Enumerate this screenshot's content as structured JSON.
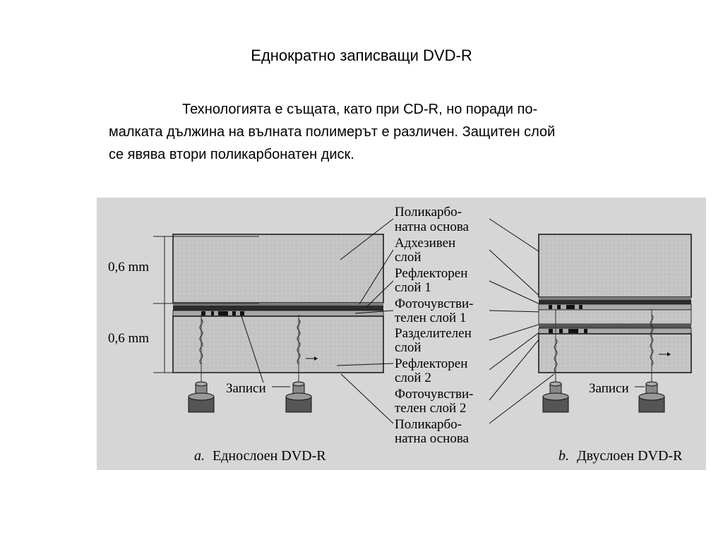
{
  "title": "Еднократно записващи DVD-R",
  "body_lines": [
    "Технологията е същата, като при CD-R, но поради по-",
    "малката дължина на вълната полимерът е различен. Защитен слой",
    "се явява втори поликарбонатен диск."
  ],
  "figure": {
    "dimension_top": "0,6 mm",
    "dimension_bottom": "0,6 mm",
    "labels": [
      "Поликарбо-",
      "натна основа",
      "Адхезивен",
      "слой",
      "Рефлекторен",
      "слой 1",
      "Фоточувстви-",
      "телен слой 1",
      "Разделителен",
      "слой",
      "Рефлекторен",
      "слой 2",
      "Фоточувстви-",
      "телен слой 2",
      "Поликарбо-",
      "натна основа"
    ],
    "records_label_a": "Записи",
    "records_label_b": "Записи",
    "caption_a_letter": "a.",
    "caption_a_text": "Еднослоен DVD-R",
    "caption_b_letter": "b.",
    "caption_b_text": "Двуслоен DVD-R"
  },
  "colors": {
    "scan_background": "#d6d6d6",
    "disc_fill": "#c4c4c4",
    "layer_dark": "#2c2c2c",
    "layer_mid": "#7a7a7a",
    "ink": "#111111"
  }
}
